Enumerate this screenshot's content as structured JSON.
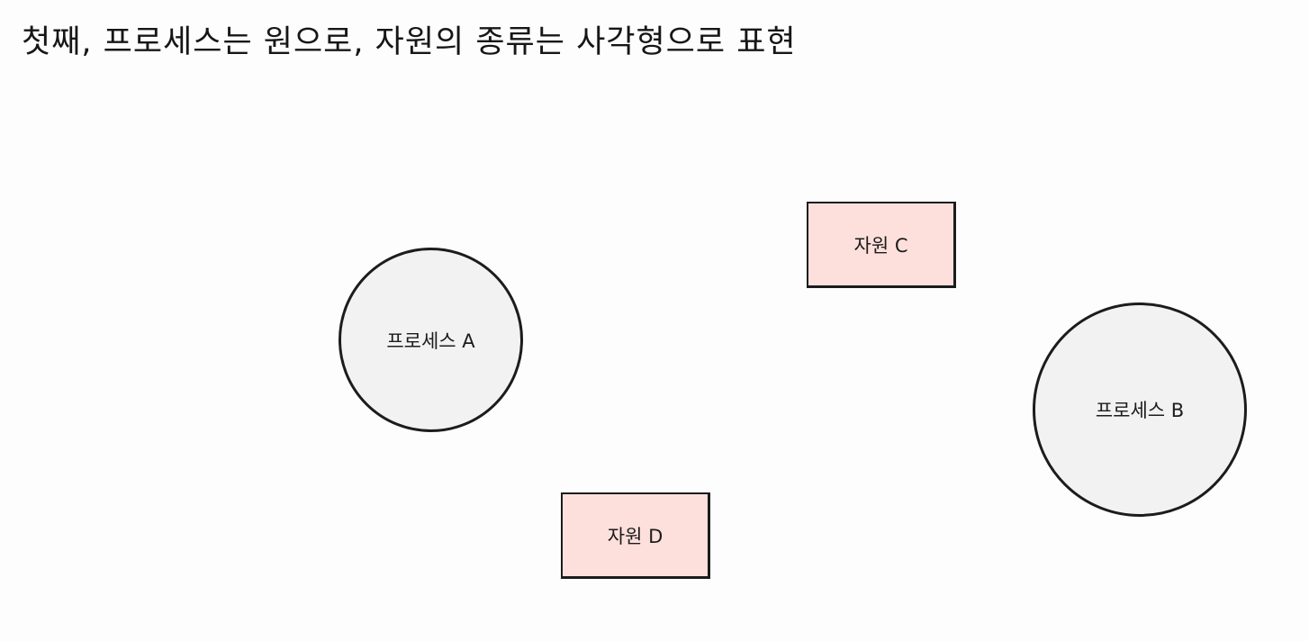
{
  "title": "첫째, 프로세스는 원으로, 자원의 종류는 사각형으로 표현",
  "processes": [
    {
      "label": "프로세스 A"
    },
    {
      "label": "프로세스 B"
    }
  ],
  "resources": [
    {
      "label": "자원 C"
    },
    {
      "label": "자원 D"
    }
  ],
  "colors": {
    "process_fill": "#f2f2f2",
    "resource_fill": "#fde0dc",
    "stroke": "#1c1c1c"
  }
}
